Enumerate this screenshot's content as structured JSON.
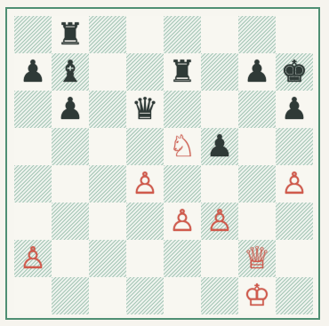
{
  "board": {
    "orientation": "white-bottom",
    "colors": {
      "frame": "#4f8f73",
      "dark_square_hatch": "#2f7d5c",
      "white_pieces": "#d05a4c",
      "black_pieces": "#2f3a37"
    },
    "pieces": {
      "b8": "r",
      "a7": "p",
      "b7": "b",
      "e7": "r",
      "g7": "p",
      "h7": "k",
      "b6": "p",
      "d6": "q",
      "h6": "p",
      "e5": "N",
      "f5": "p",
      "d4": "P",
      "h4": "P",
      "e3": "P",
      "f3": "P",
      "a2": "P",
      "g2": "Q",
      "g1": "K"
    },
    "glyphs": {
      "K": "♔",
      "Q": "♕",
      "R": "♖",
      "B": "♗",
      "N": "♘",
      "P": "♙",
      "k": "♚",
      "q": "♛",
      "r": "♜",
      "b": "♝",
      "n": "♞",
      "p": "♟"
    },
    "names": {
      "k": "king",
      "q": "queen",
      "r": "rook",
      "b": "bishop",
      "n": "knight",
      "p": "pawn"
    }
  }
}
